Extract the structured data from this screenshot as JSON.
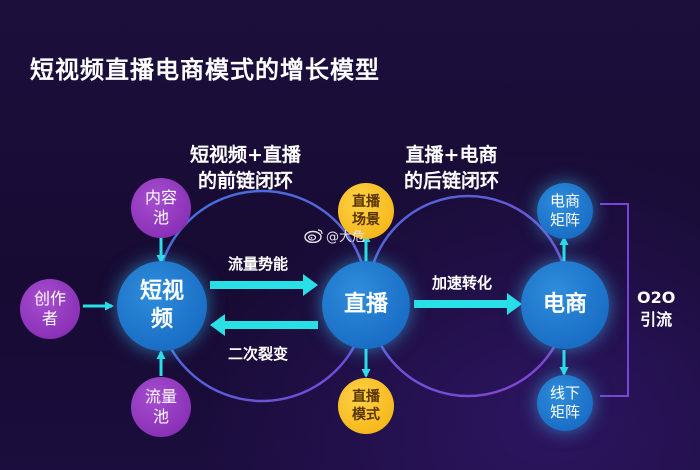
{
  "title": "短视频直播电商模式的增长模型",
  "heading_left": {
    "line1": "短视频+直播",
    "line2": "的前链闭环"
  },
  "heading_right": {
    "line1": "直播+电商",
    "line2": "的后链闭环"
  },
  "nodes": {
    "creator": [
      "创作",
      "者"
    ],
    "content_pool": [
      "内容",
      "池"
    ],
    "traffic_pool": [
      "流量",
      "池"
    ],
    "short_video": [
      "短视",
      "频"
    ],
    "live": "直播",
    "ecommerce": "电商",
    "live_scene": [
      "直播",
      "场景"
    ],
    "live_mode": [
      "直播",
      "模式"
    ],
    "ecom_matrix": [
      "电商",
      "矩阵"
    ],
    "offline_matrix": [
      "线下",
      "矩阵"
    ]
  },
  "arrows": {
    "traffic_momentum": "流量势能",
    "secondary_fission": "二次裂变",
    "accelerate_conversion": "加速转化"
  },
  "o2o": [
    "O2O",
    "引流"
  ],
  "watermark": "@大危",
  "colors": {
    "background": "#1a0d3a",
    "purple": "#8b32b8",
    "blue": "#1a6fc6",
    "yellow": "#f6b81a",
    "cyan": "#29e0e6",
    "ring": "#3f74d9",
    "ring_purple": "#7a44d6"
  },
  "icons": {
    "watermark_logo": "weibo-icon"
  }
}
